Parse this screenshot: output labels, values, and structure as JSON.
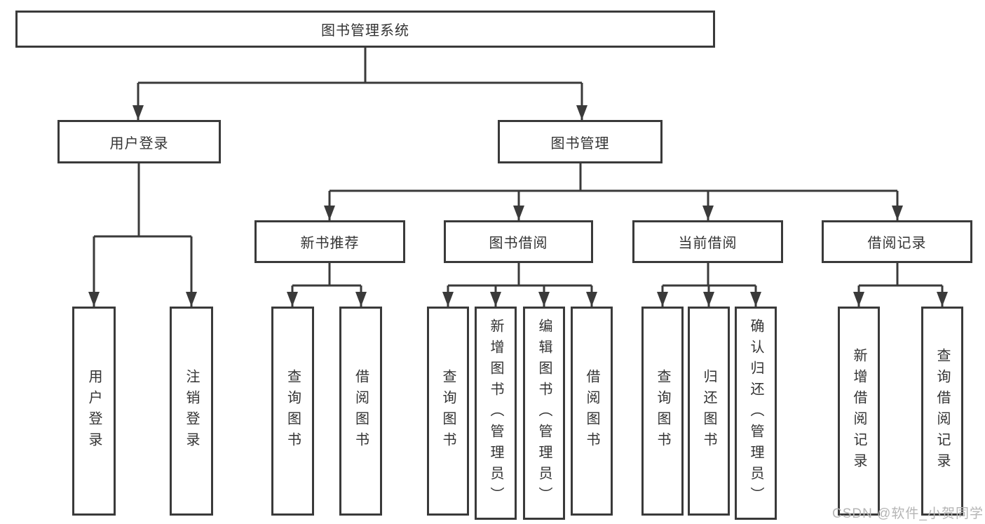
{
  "diagram": {
    "root": "图书管理系统",
    "branches": [
      {
        "label": "用户登录",
        "children": [
          "用户登录",
          "注销登录"
        ]
      },
      {
        "label": "图书管理",
        "children": [
          {
            "label": "新书推荐",
            "children": [
              "查询图书",
              "借阅图书"
            ]
          },
          {
            "label": "图书借阅",
            "children": [
              "查询图书",
              "新增图书（管理员）",
              "编辑图书（管理员）",
              "借阅图书"
            ]
          },
          {
            "label": "当前借阅",
            "children": [
              "查询图书",
              "归还图书",
              "确认归还（管理员）"
            ]
          },
          {
            "label": "借阅记录",
            "children": [
              "新增借阅记录",
              "查询借阅记录"
            ]
          }
        ]
      }
    ]
  },
  "watermark": "CSDN @软件_小贺同学",
  "colors": {
    "line": "#3a3a3a",
    "text": "#333333",
    "background": "#ffffff",
    "watermark": "#b5b5b5"
  }
}
